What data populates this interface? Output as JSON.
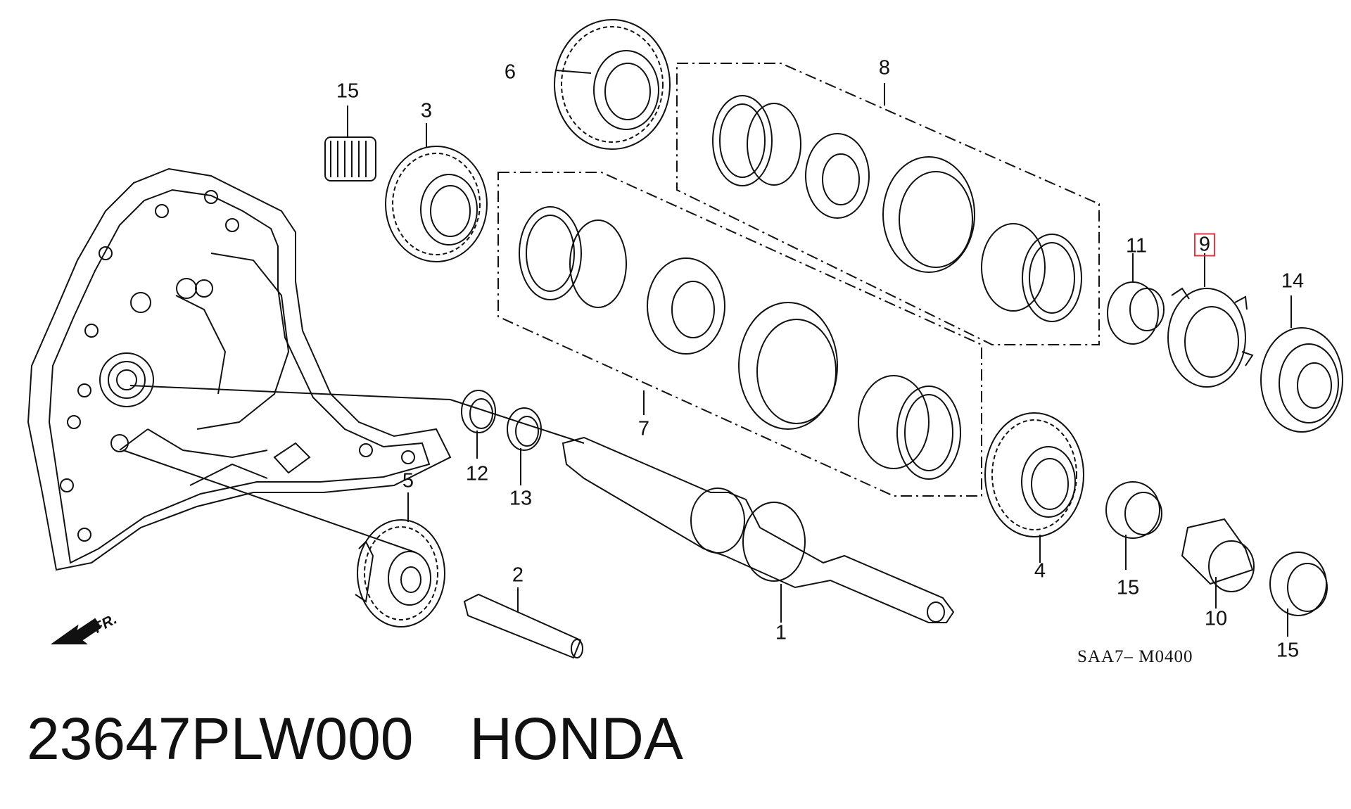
{
  "diagram": {
    "callouts": [
      {
        "id": "1",
        "label": "1"
      },
      {
        "id": "2",
        "label": "2"
      },
      {
        "id": "3",
        "label": "3"
      },
      {
        "id": "4",
        "label": "4"
      },
      {
        "id": "5",
        "label": "5"
      },
      {
        "id": "6",
        "label": "6"
      },
      {
        "id": "7",
        "label": "7"
      },
      {
        "id": "8",
        "label": "8"
      },
      {
        "id": "9",
        "label": "9",
        "highlighted": true
      },
      {
        "id": "10",
        "label": "10"
      },
      {
        "id": "11",
        "label": "11"
      },
      {
        "id": "12",
        "label": "12"
      },
      {
        "id": "13",
        "label": "13"
      },
      {
        "id": "14",
        "label": "14"
      },
      {
        "id": "15a",
        "label": "15"
      },
      {
        "id": "15b",
        "label": "15"
      },
      {
        "id": "15c",
        "label": "15"
      }
    ],
    "diagram_code": "SAA7– M0400",
    "direction_label": "FR.",
    "highlight_color": "#e0343f"
  },
  "caption": {
    "part_number": "23647PLW000",
    "brand": "HONDA"
  }
}
